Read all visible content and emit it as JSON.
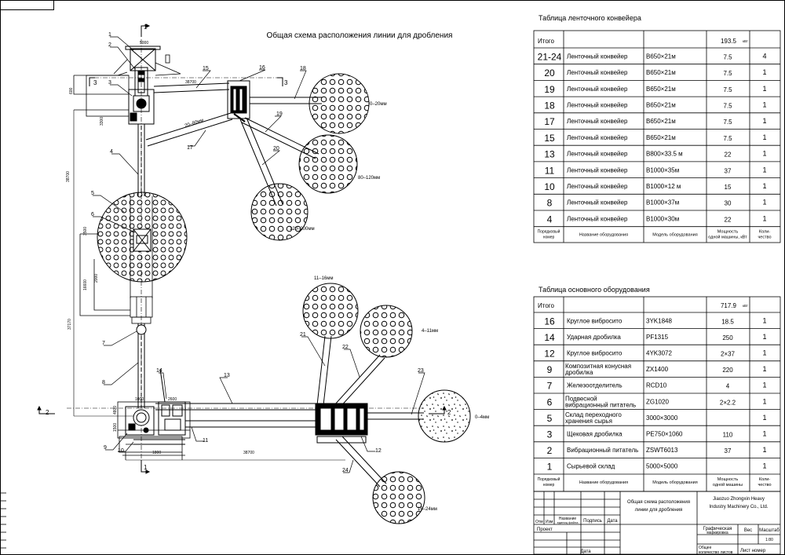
{
  "title": "Общая схема расположения линии для дробления",
  "section_markers": {
    "top": "1",
    "upper_left": "3",
    "upper_right": "3",
    "left": "2",
    "right": "2",
    "bottom": "1"
  },
  "callouts": [
    "1",
    "2",
    "3",
    "4",
    "5",
    "6",
    "7",
    "8",
    "9",
    "10",
    "11",
    "12",
    "13",
    "14",
    "15",
    "16",
    "17",
    "18",
    "19",
    "20",
    "21",
    "22",
    "23",
    "24"
  ],
  "product_labels": {
    "p0_20": "0–20мм",
    "p80_120": "80–120мм",
    "p120_200": "120–200мм",
    "p20_80": "20–80мм",
    "p11_16": "11–16мм",
    "p4_11": "4–11мм",
    "p0_4": "0–4мм",
    "p16_24": "16–24мм"
  },
  "dimensions": {
    "d_top": "5000",
    "d_15": "38700",
    "d_left_600": "600",
    "d_vert_main": "38700",
    "d_vert_2": "16600",
    "d_vert_3": "37170",
    "d_17": "3300",
    "d_bottom": "38700",
    "d_small_1": "3500",
    "d_small_2": "2000",
    "d_small_3": "1000",
    "d_small_4": "2600",
    "d_small_5": "4800",
    "d_small_6": "1500",
    "d_small_7": "1800"
  },
  "conveyor_table": {
    "title": "Таблица ленточного конвейера",
    "total_label": "Итого",
    "total_value": "193.5",
    "total_unit": "кВт",
    "rows": [
      {
        "no": "21-24",
        "name": "Ленточный конвейер",
        "model": "B650×21м",
        "power": "7.5",
        "qty": "4"
      },
      {
        "no": "20",
        "name": "Ленточный конвейер",
        "model": "B650×21м",
        "power": "7.5",
        "qty": "1"
      },
      {
        "no": "19",
        "name": "Ленточный конвейер",
        "model": "B650×21м",
        "power": "7.5",
        "qty": "1"
      },
      {
        "no": "18",
        "name": "Ленточный конвейер",
        "model": "B650×21м",
        "power": "7.5",
        "qty": "1"
      },
      {
        "no": "17",
        "name": "Ленточный конвейер",
        "model": "B650×21м",
        "power": "7.5",
        "qty": "1"
      },
      {
        "no": "15",
        "name": "Ленточный конвейер",
        "model": "B650×21м",
        "power": "7.5",
        "qty": "1"
      },
      {
        "no": "13",
        "name": "Ленточный конвейер",
        "model": "B800×33.5 м",
        "power": "22",
        "qty": "1"
      },
      {
        "no": "11",
        "name": "Ленточный конвейер",
        "model": "B1000×35м",
        "power": "37",
        "qty": "1"
      },
      {
        "no": "10",
        "name": "Ленточный конвейер",
        "model": "B1000×12 м",
        "power": "15",
        "qty": "1"
      },
      {
        "no": "8",
        "name": "Ленточный конвейер",
        "model": "B1000×37м",
        "power": "30",
        "qty": "1"
      },
      {
        "no": "4",
        "name": "Ленточный конвейер",
        "model": "B1000×30м",
        "power": "22",
        "qty": "1"
      }
    ],
    "footer": {
      "no_1": "Порядковый",
      "no_2": "номер",
      "name": "Название оборудования",
      "model": "Модель оборудования",
      "power_1": "Мощность",
      "power_2": "одной машины, кВт",
      "qty_1": "Коли-",
      "qty_2": "чество"
    }
  },
  "equipment_table": {
    "title": "Таблица основного оборудования",
    "total_label": "Итого",
    "total_value": "717.9",
    "total_unit": "кВт",
    "rows": [
      {
        "no": "16",
        "name": [
          "Круглое вибросито"
        ],
        "model": "3YK1848",
        "power": "18.5",
        "qty": "1"
      },
      {
        "no": "14",
        "name": [
          "Ударная дробилка"
        ],
        "model": "PF1315",
        "power": "250",
        "qty": "1"
      },
      {
        "no": "12",
        "name": [
          "Круглое вибросито"
        ],
        "model": "4YK3072",
        "power": "2×37",
        "qty": "1"
      },
      {
        "no": "9",
        "name": [
          "Композитная конусная",
          "дробилка"
        ],
        "model": "ZX1400",
        "power": "220",
        "qty": "1"
      },
      {
        "no": "7",
        "name": [
          "Железоотделитель"
        ],
        "model": "RCD10",
        "power": "4",
        "qty": "1"
      },
      {
        "no": "6",
        "name": [
          "Подвесной",
          "вибрационный питатель"
        ],
        "model": "ZG1020",
        "power": "2×2.2",
        "qty": "1"
      },
      {
        "no": "5",
        "name": [
          "Склад переходного",
          "хранения сырья"
        ],
        "model": "3000×3000",
        "power": "",
        "qty": "1"
      },
      {
        "no": "3",
        "name": [
          "Щековая дробилка"
        ],
        "model": "PE750×1060",
        "power": "110",
        "qty": "1"
      },
      {
        "no": "2",
        "name": [
          "Вибрационный питатель"
        ],
        "model": "ZSWT6013",
        "power": "37",
        "qty": "1"
      },
      {
        "no": "1",
        "name": [
          "Сырьевой склад"
        ],
        "model": "5000×5000",
        "power": "",
        "qty": "1"
      }
    ],
    "footer": {
      "no_1": "Порядковый",
      "no_2": "номер",
      "name": "Название оборудования",
      "model": "Модель оборудования",
      "power_1": "Мощность",
      "power_2": "одной машины",
      "qty_1": "Коли-",
      "qty_2": "чество"
    }
  },
  "title_block": {
    "drawing_title_1": "Общая схема расположения",
    "drawing_title_2": "линии для дробления",
    "company_1": "Jiaozuo Zhongxin Heavy",
    "company_2": "Industry Machinery Co., Ltd.",
    "col_otm": "Отм",
    "col_izm": "Изм",
    "col_name_1": "Название",
    "col_name_2": "единиц файла",
    "col_sign": "Подпись",
    "col_date": "Дата",
    "project": "Проект",
    "date": "Дата",
    "graphic_1": "Графическая",
    "graphic_2": "маркировка",
    "weight": "Вес",
    "scale": "Масштаб",
    "scale_value": "1:80",
    "total_sheets_1": "Общее",
    "total_sheets_2": "количество листов",
    "sheet_no": "Лист номер"
  }
}
